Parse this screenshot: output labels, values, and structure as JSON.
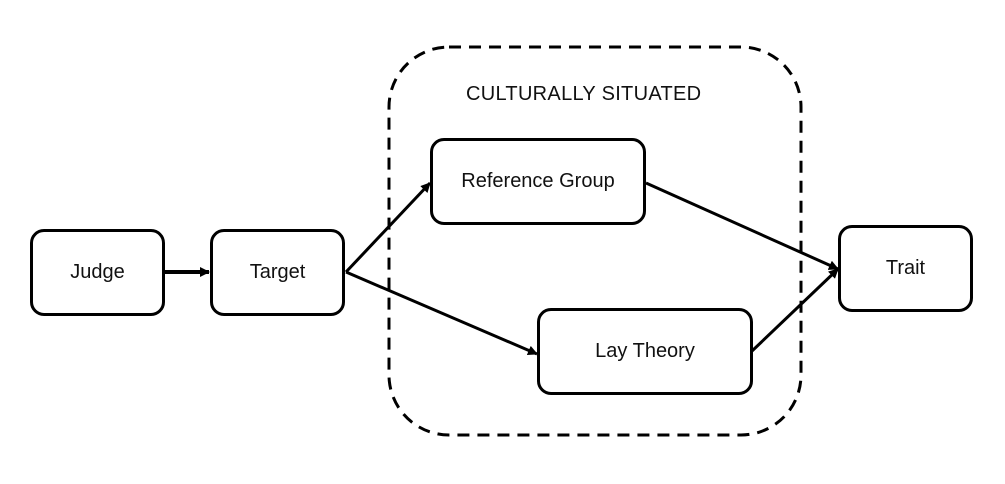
{
  "diagram": {
    "group": {
      "label": "CULTURALLY SITUATED",
      "style": "dashed"
    },
    "nodes": {
      "judge": "Judge",
      "target": "Target",
      "reference_group": "Reference Group",
      "lay_theory": "Lay Theory",
      "trait": "Trait"
    },
    "edges": [
      {
        "from": "Judge",
        "to": "Target"
      },
      {
        "from": "Target",
        "to": "Reference Group"
      },
      {
        "from": "Target",
        "to": "Lay Theory"
      },
      {
        "from": "Reference Group",
        "to": "Trait"
      },
      {
        "from": "Lay Theory",
        "to": "Trait"
      }
    ],
    "colors": {
      "stroke": "#000000",
      "background": "#ffffff",
      "text": "#111111"
    }
  }
}
